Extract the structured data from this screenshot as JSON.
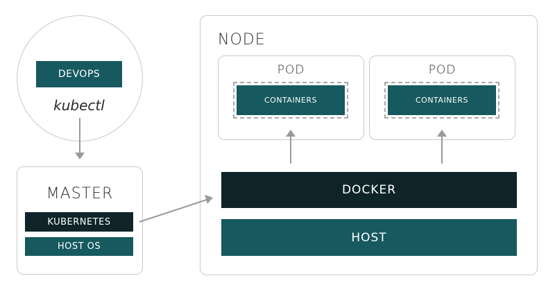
{
  "devops": {
    "label": "DEVOPS",
    "tool": "kubectl"
  },
  "master": {
    "title": "MASTER",
    "kubernetes": "KUBERNETES",
    "host_os": "HOST OS"
  },
  "node": {
    "title": "NODE",
    "pods": [
      {
        "title": "POD",
        "containers": "CONTAINERS"
      },
      {
        "title": "POD",
        "containers": "CONTAINERS"
      }
    ],
    "docker": "DOCKER",
    "host": "HOST"
  },
  "colors": {
    "teal": "#16595f",
    "dark": "#0e2428",
    "border": "#c9c9c9",
    "arrow": "#9a9a9a"
  }
}
